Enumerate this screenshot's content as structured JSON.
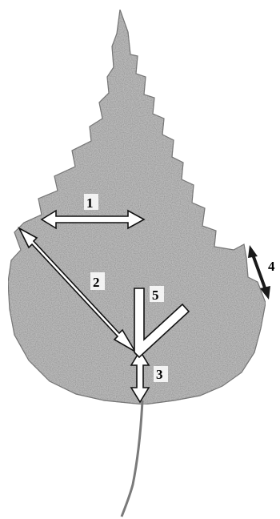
{
  "figure": {
    "labels": [
      "1",
      "2",
      "3",
      "4",
      "5"
    ],
    "colors": {
      "leaf_fill": "#b9b9b9",
      "leaf_edge": "#6f6f6f",
      "arrow_fill": "#ffffff",
      "arrow_outline": "#111111",
      "dark_arrow": "#1a1a1a"
    }
  }
}
